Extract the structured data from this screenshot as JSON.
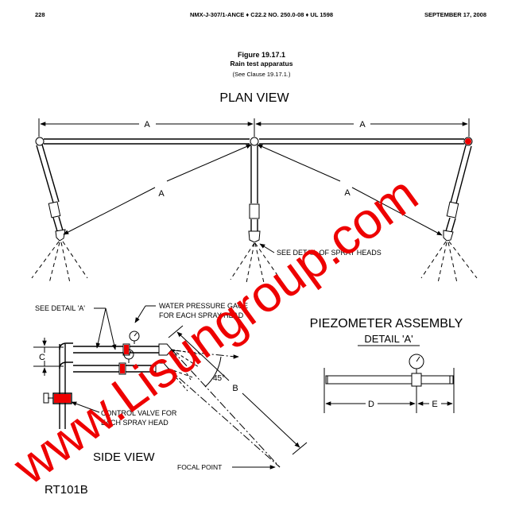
{
  "header": {
    "page_number": "228",
    "standard": "NMX-J-307/1-ANCE ♦ C22.2 NO. 250.0-08 ♦ UL 1598",
    "date": "SEPTEMBER 17, 2008"
  },
  "figure": {
    "number": "Figure 19.17.1",
    "title": "Rain test apparatus",
    "reference": "(See Clause 19.17.1.)"
  },
  "drawing": {
    "plan_view_title": "PLAN VIEW",
    "side_view_title": "SIDE VIEW",
    "piezometer_title": "PIEZOMETER ASSEMBLY",
    "detail_a_title": "DETAIL 'A'",
    "dim_a": "A",
    "dim_b": "B",
    "dim_c": "C",
    "dim_d": "D",
    "dim_e": "E",
    "angle_label": "45°",
    "note_spray_heads": "SEE DETAIL OF SPRAY HEADS",
    "note_detail_a": "SEE DETAIL 'A'",
    "note_gage_line1": "WATER PRESSURE GAGE",
    "note_gage_line2": "FOR EACH SPRAY HEAD",
    "note_valve_line1": "CONTROL VALVE FOR",
    "note_valve_line2": "EACH SPRAY HEAD",
    "note_focal": "FOCAL POINT",
    "drawing_id": "RT101B"
  },
  "watermark": {
    "text": "www.Lisungroup.com",
    "color": "#ee0000"
  }
}
